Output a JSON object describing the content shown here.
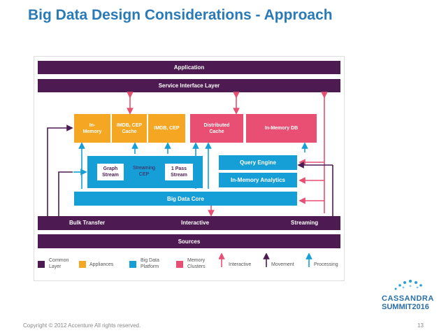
{
  "slide": {
    "title": "Big Data Design Considerations - Approach",
    "copyright": "Copyright © 2012 Accenture All rights reserved.",
    "page_number": "13"
  },
  "diagram": {
    "application": "Application",
    "service_interface_layer": "Service Interface Layer",
    "in_memory": "In-\nMemory",
    "imdb_cep_cache": "IMDB, CEP\nCache",
    "imdb_cep": "IMDB, CEP",
    "distributed_cache": "Distributed\nCache",
    "in_memory_db": "In-Memory DB",
    "graph_stream": "Graph\nStream",
    "streaming_cep": "Streaming\nCEP",
    "one_pass_stream": "1 Pass\nStream",
    "query_engine": "Query Engine",
    "in_memory_analytics": "In-Memory Analytics",
    "big_data_core": "Big Data Core",
    "bulk_transfer": "Bulk Transfer",
    "interactive": "Interactive",
    "streaming": "Streaming",
    "sources": "Sources"
  },
  "legend": {
    "common_layer": "Common\nLayer",
    "appliances": "Appliances",
    "big_data_platform": "Big Data\nPlatform",
    "memory_clusters": "Memory\nClusters",
    "interactive": "Interactive",
    "movement": "Movement",
    "processing": "Processing"
  },
  "logo": {
    "line1": "CASSANDRA",
    "line2": "SUMMIT2016"
  },
  "colors": {
    "title": "#2a7ab8",
    "common_layer": "#4d1a52",
    "appliances": "#f5a623",
    "big_data_platform": "#169ed6",
    "memory_clusters": "#e84f72",
    "interactive_arrow": "#e84f72",
    "movement_arrow": "#4d1a52",
    "processing_arrow": "#169ed6"
  }
}
